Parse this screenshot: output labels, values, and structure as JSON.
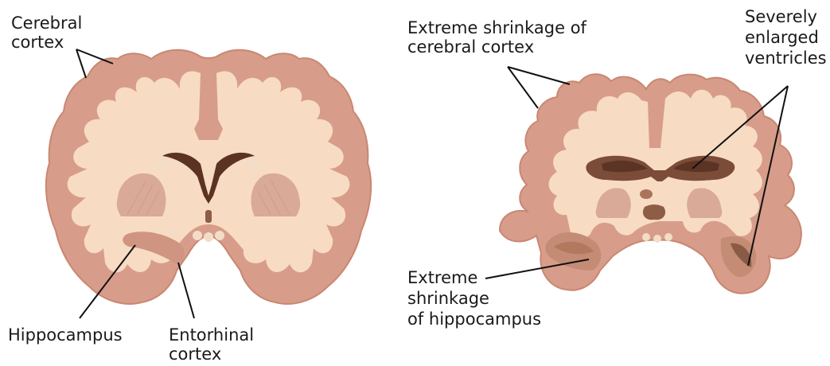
{
  "colors": {
    "cortex": "#d79d8a",
    "cortex_outline": "#c98772",
    "white_matter": "#f8dbc3",
    "basal_ganglia": "#d9aa98",
    "ventricle_dark": "#5a3323",
    "ventricle_mid": "#8d5d46",
    "hippocampus": "#cf9580",
    "leader_line": "#111111",
    "text": "#1a1a1a"
  },
  "healthy_brain": {
    "labels": {
      "cerebral_cortex": [
        "Cerebral",
        "cortex"
      ],
      "hippocampus": [
        "Hippocampus"
      ],
      "entorhinal_cortex": [
        "Entorhinal",
        "cortex"
      ]
    }
  },
  "alzheimers_brain": {
    "labels": {
      "cortex_shrinkage": [
        "Extreme shrinkage of",
        "cerebral cortex"
      ],
      "enlarged_ventricles": [
        "Severely",
        "enlarged",
        "ventricles"
      ],
      "hippocampus_shrinkage": [
        "Extreme",
        "shrinkage",
        "of hippocampus"
      ]
    }
  }
}
